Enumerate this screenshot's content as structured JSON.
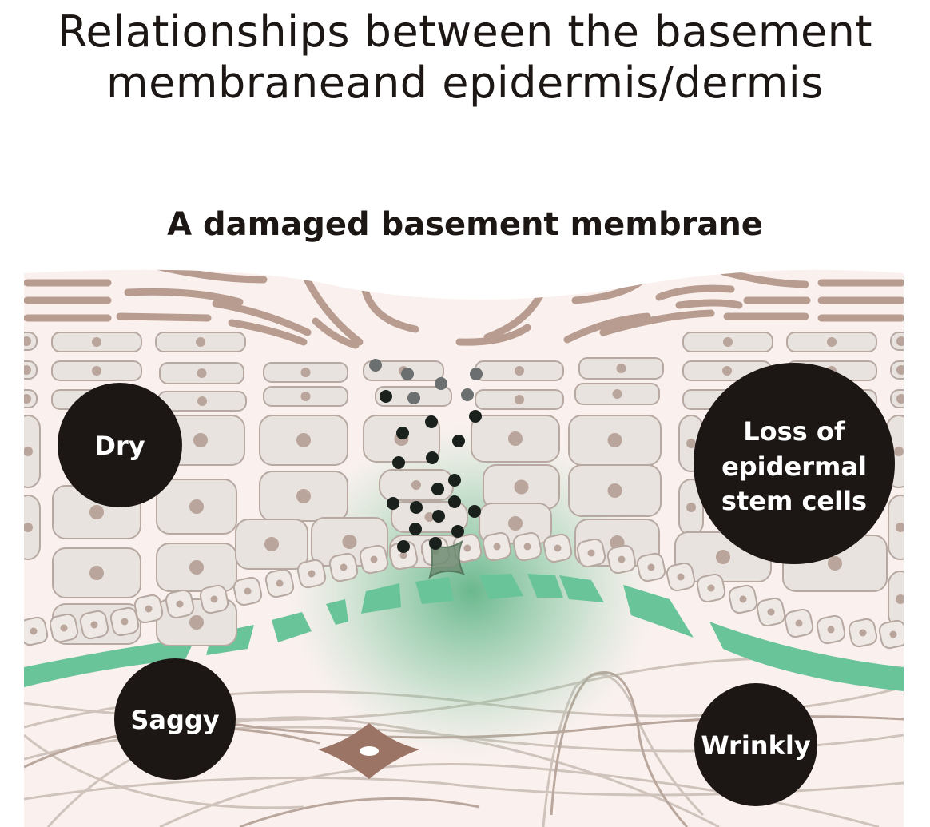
{
  "title_line1": "Relationships between the basement",
  "title_line2": "membraneand epidermis/dermis",
  "subtitle": "A damaged basement membrane",
  "badges": {
    "dry": "Dry",
    "stem_line1": "Loss of",
    "stem_line2": "epidermal",
    "stem_line3": "stem cells",
    "saggy": "Saggy",
    "wrinkly": "Wrinkly"
  },
  "colors": {
    "skin_bg": "#faf1ee",
    "cell_fill": "#e8e3df",
    "cell_stroke": "#b7a9a1",
    "nucleus": "#b9a59b",
    "fiber_brown": "#b89c90",
    "membrane_green": "#6ac49a",
    "badge_black": "#1c1715",
    "fibroblast": "#9c7465"
  }
}
